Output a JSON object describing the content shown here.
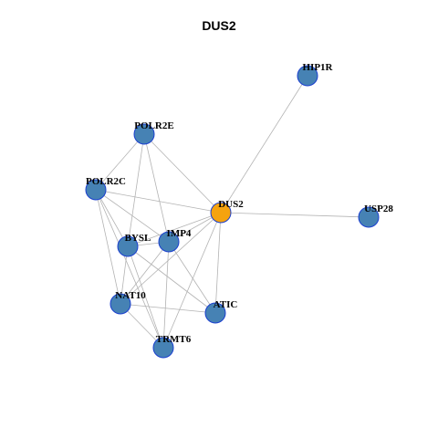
{
  "title": "DUS2",
  "colors": {
    "hub": "#F5A30F",
    "node": "#4682B4",
    "node_border": "#1A3FCF",
    "edge": "#B3B3B3"
  },
  "nodes": [
    {
      "id": "DUS2",
      "label": "DUS2",
      "hub": true
    },
    {
      "id": "HIP1R",
      "label": "HIP1R"
    },
    {
      "id": "POLR2E",
      "label": "POLR2E"
    },
    {
      "id": "POLR2C",
      "label": "POLR2C"
    },
    {
      "id": "USP28",
      "label": "USP28"
    },
    {
      "id": "IMP4",
      "label": "IMP4"
    },
    {
      "id": "BYSL",
      "label": "BYSL"
    },
    {
      "id": "NAT10",
      "label": "NAT10"
    },
    {
      "id": "ATIC",
      "label": "ATIC"
    },
    {
      "id": "TRMT6",
      "label": "TRMT6"
    }
  ],
  "edges": [
    [
      "DUS2",
      "HIP1R"
    ],
    [
      "DUS2",
      "USP28"
    ],
    [
      "DUS2",
      "POLR2E"
    ],
    [
      "DUS2",
      "POLR2C"
    ],
    [
      "DUS2",
      "IMP4"
    ],
    [
      "DUS2",
      "BYSL"
    ],
    [
      "DUS2",
      "NAT10"
    ],
    [
      "DUS2",
      "ATIC"
    ],
    [
      "DUS2",
      "TRMT6"
    ],
    [
      "POLR2E",
      "POLR2C"
    ],
    [
      "POLR2E",
      "BYSL"
    ],
    [
      "POLR2E",
      "IMP4"
    ],
    [
      "POLR2C",
      "BYSL"
    ],
    [
      "POLR2C",
      "IMP4"
    ],
    [
      "POLR2C",
      "NAT10"
    ],
    [
      "POLR2C",
      "TRMT6"
    ],
    [
      "BYSL",
      "IMP4"
    ],
    [
      "BYSL",
      "NAT10"
    ],
    [
      "BYSL",
      "ATIC"
    ],
    [
      "BYSL",
      "TRMT6"
    ],
    [
      "IMP4",
      "NAT10"
    ],
    [
      "IMP4",
      "ATIC"
    ],
    [
      "IMP4",
      "TRMT6"
    ],
    [
      "NAT10",
      "ATIC"
    ],
    [
      "NAT10",
      "TRMT6"
    ]
  ]
}
